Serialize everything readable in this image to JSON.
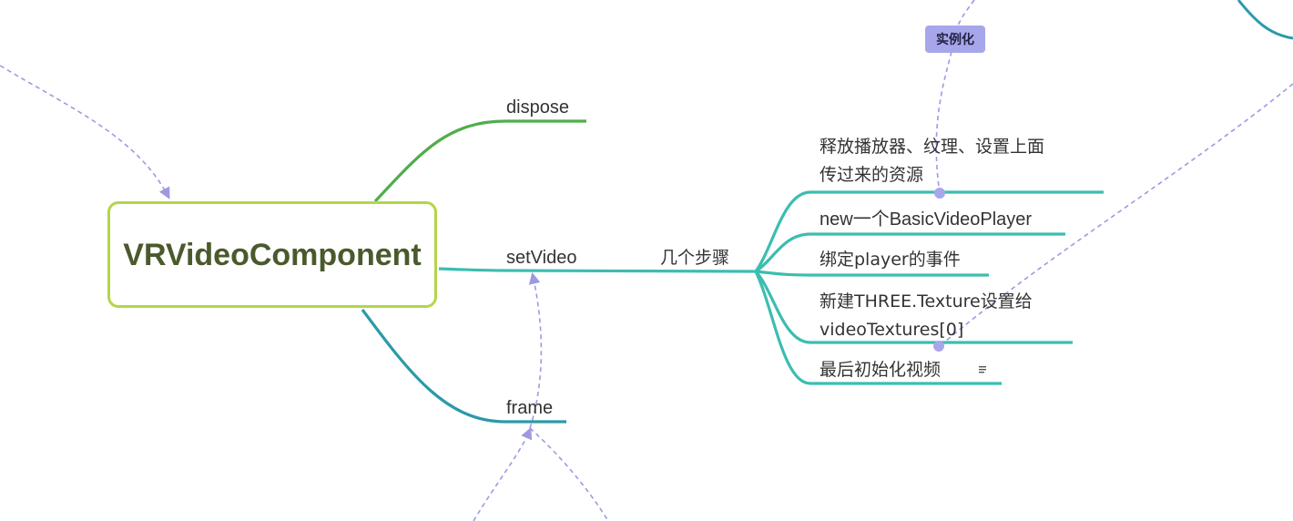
{
  "colors": {
    "central_border": "#b5d547",
    "central_text": "#4a5a2c",
    "branch_dispose": "#4fae4b",
    "branch_setvideo": "#3cbdb0",
    "branch_frame": "#2b9aa8",
    "relation_line": "#9d9ae2",
    "badge_bg": "#a7a6ea"
  },
  "central": {
    "title": "VRVideoComponent"
  },
  "branches": {
    "dispose": "dispose",
    "setVideo": "setVideo",
    "frame": "frame"
  },
  "steps_group": {
    "label": "几个步骤"
  },
  "steps": [
    {
      "lines": [
        "释放播放器、纹理、设置上面",
        "传过来的资源"
      ]
    },
    {
      "lines": [
        "new一个BasicVideoPlayer"
      ]
    },
    {
      "lines": [
        "绑定player的事件"
      ]
    },
    {
      "lines": [
        "新建THREE.Texture设置给",
        "videoTextures[0]"
      ]
    },
    {
      "lines": [
        "最后初始化视频"
      ],
      "has_note": true
    }
  ],
  "relation_badge": {
    "label": "实例化"
  },
  "icons": {
    "note": "note-icon"
  }
}
